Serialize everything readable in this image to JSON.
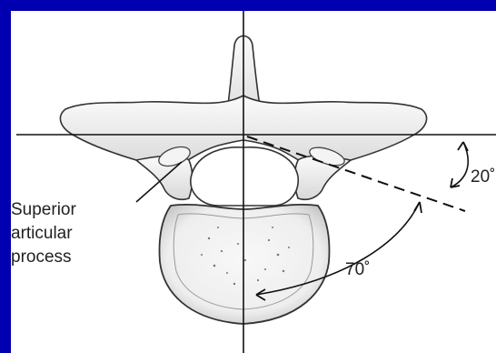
{
  "figure": {
    "label_superior_line1": "Superior",
    "label_superior_line2": "articular",
    "label_superior_line3": "process",
    "angle_large": "70˚",
    "angle_small": "20˚"
  },
  "colors": {
    "frame": "#0000b0",
    "panel": "#ffffff",
    "line": "#111111"
  }
}
